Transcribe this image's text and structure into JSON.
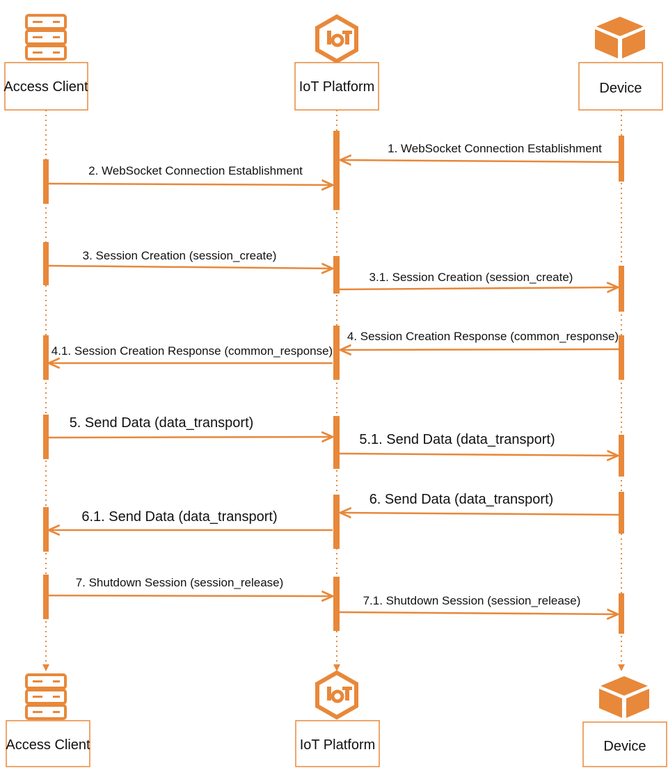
{
  "colors": {
    "accent": "#e8883a",
    "text": "#111111",
    "background": "#ffffff"
  },
  "participants": [
    {
      "id": "client",
      "label": "Access Client",
      "icon": "server-icon"
    },
    {
      "id": "platform",
      "label": "IoT Platform",
      "icon": "iot-hexagon-icon"
    },
    {
      "id": "device",
      "label": "Device",
      "icon": "cube-icon"
    }
  ],
  "messages": [
    {
      "id": "m1",
      "label": "1. WebSocket Connection Establishment",
      "from": "device",
      "to": "platform"
    },
    {
      "id": "m2",
      "label": "2. WebSocket Connection Establishment",
      "from": "client",
      "to": "platform"
    },
    {
      "id": "m3",
      "label": "3. Session Creation (session_create)",
      "from": "client",
      "to": "platform"
    },
    {
      "id": "m31",
      "label": "3.1. Session Creation (session_create)",
      "from": "platform",
      "to": "device"
    },
    {
      "id": "m4",
      "label": "4. Session Creation Response (common_response)",
      "from": "device",
      "to": "platform"
    },
    {
      "id": "m41",
      "label": "4.1. Session Creation Response (common_response)",
      "from": "platform",
      "to": "client"
    },
    {
      "id": "m5",
      "label": "5. Send Data (data_transport)",
      "from": "client",
      "to": "platform"
    },
    {
      "id": "m51",
      "label": "5.1. Send Data (data_transport)",
      "from": "platform",
      "to": "device"
    },
    {
      "id": "m6",
      "label": "6. Send Data (data_transport)",
      "from": "device",
      "to": "platform"
    },
    {
      "id": "m61",
      "label": "6.1. Send Data (data_transport)",
      "from": "platform",
      "to": "client"
    },
    {
      "id": "m7",
      "label": "7. Shutdown Session (session_release)",
      "from": "client",
      "to": "platform"
    },
    {
      "id": "m71",
      "label": "7.1. Shutdown Session (session_release)",
      "from": "platform",
      "to": "device"
    }
  ]
}
